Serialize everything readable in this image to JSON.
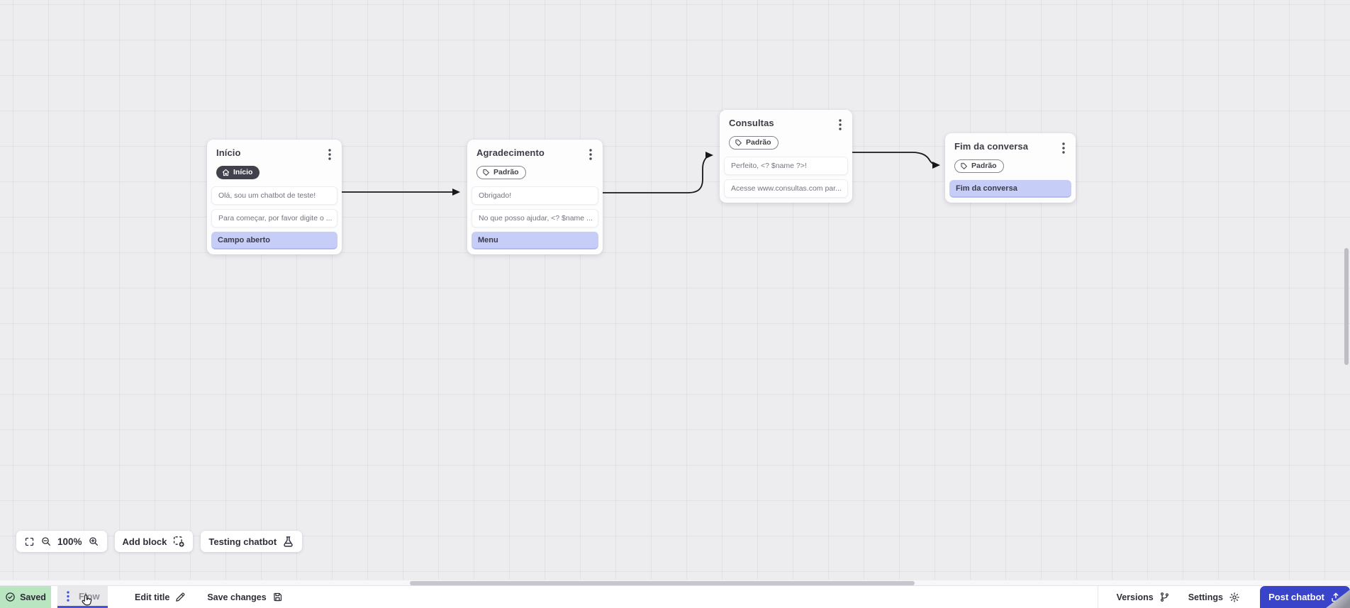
{
  "canvas": {
    "nodes": [
      {
        "title": "Início",
        "badge": "Início",
        "badge_type": "home",
        "items": [
          {
            "type": "message",
            "text": "Olá, sou um chatbot de teste!"
          },
          {
            "type": "message",
            "text": "Para começar, por favor digite o ..."
          },
          {
            "type": "block",
            "text": "Campo aberto"
          }
        ]
      },
      {
        "title": "Agradecimento",
        "badge": "Padrão",
        "badge_type": "tag",
        "items": [
          {
            "type": "message",
            "text": "Obrigado!"
          },
          {
            "type": "message",
            "text": "No que posso ajudar, <? $name ..."
          },
          {
            "type": "block",
            "text": "Menu"
          }
        ]
      },
      {
        "title": "Consultas",
        "badge": "Padrão",
        "badge_type": "tag",
        "items": [
          {
            "type": "message",
            "text": "Perfeito, <? $name ?>!"
          },
          {
            "type": "message",
            "text": "Acesse www.consultas.com par..."
          }
        ]
      },
      {
        "title": "Fim da conversa",
        "badge": "Padrão",
        "badge_type": "tag",
        "items": [
          {
            "type": "block",
            "text": "Fim da conversa"
          }
        ]
      }
    ]
  },
  "toolbar": {
    "zoom_level": "100%",
    "add_block": "Add block",
    "testing_chatbot": "Testing chatbot"
  },
  "statusbar": {
    "saved": "Saved",
    "flow_tab": "Flow",
    "edit_title": "Edit title",
    "save_changes": "Save changes",
    "versions": "Versions",
    "settings": "Settings",
    "post_chatbot": "Post chatbot"
  },
  "icons": {
    "saved": "check-circle-icon",
    "flow_tab": "kebab-menu-icon",
    "edit_title": "pencil-icon",
    "save_changes": "floppy-icon",
    "versions": "git-branch-icon",
    "settings": "gear-icon",
    "post_chatbot": "upload-icon",
    "toolbar": [
      "fullscreen-icon",
      "zoom-out-icon",
      "zoom-in-icon",
      "add-block-icon",
      "flask-icon"
    ],
    "node_badges": [
      "home-icon",
      "tag-icon"
    ],
    "node_menu": "kebab-menu-icon"
  },
  "colors": {
    "accent_indigo": "#3a44cb",
    "tab_underline": "#4653d4",
    "saved_green_bg": "#b9e6c1",
    "block_lavender": "#c6cdf7",
    "dark_badge": "#41414b",
    "canvas_bg": "#ededf0",
    "connector": "#17171c"
  }
}
